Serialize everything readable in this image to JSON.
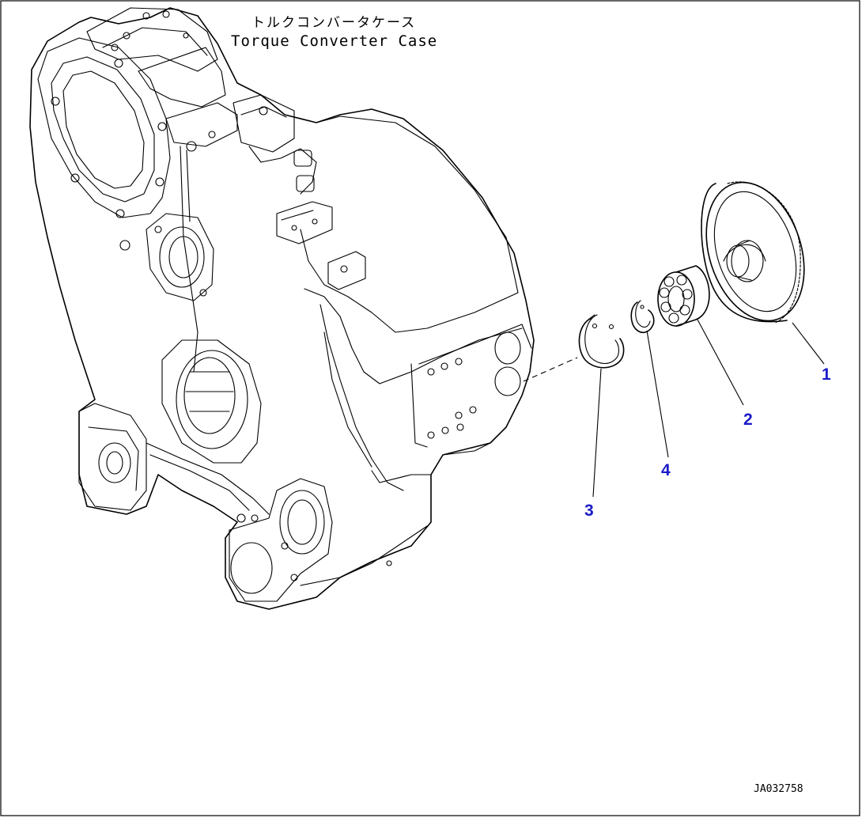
{
  "title_jp": "トルクコンバータケース",
  "title_en": "Torque Converter Case",
  "drawing_number": "JA032758",
  "callouts": [
    {
      "label": "1",
      "part": "gear"
    },
    {
      "label": "2",
      "part": "bearing"
    },
    {
      "label": "3",
      "part": "snap-ring-large"
    },
    {
      "label": "4",
      "part": "snap-ring-small"
    }
  ],
  "colors": {
    "line": "#000000",
    "callout": "#1a1ac8",
    "background": "#ffffff"
  }
}
